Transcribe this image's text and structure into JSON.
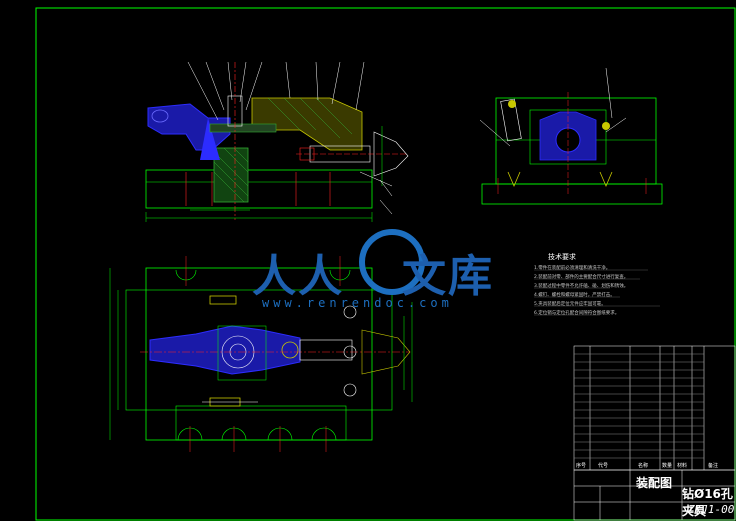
{
  "drawing": {
    "colors": {
      "background": "#000000",
      "border": "#00ff00",
      "outline": "#00ff00",
      "blue_part": "#2c2cff",
      "hatch": "#33aa33",
      "yellow_part": "#c8c800",
      "red_centerline": "#ff2020",
      "white_lines": "#ffffff",
      "magenta": "#ff00ff"
    }
  },
  "watermark": {
    "chars": [
      "人",
      "人",
      "文",
      "库"
    ],
    "url": "www.renrendoc.com"
  },
  "tech_requirements": {
    "title": "技术要求",
    "lines": [
      "1.零件在装配前必须清理和清洗干净。",
      "2.装配前对零、部件的主要配合尺寸进行复查。",
      "3.装配过程中零件不允许磕、碰、划伤和锈蚀。",
      "4.螺钉、螺栓和螺母紧固时，严禁打击。",
      "5.夹具装配后定位元件应牢固可靠。",
      "6.定位销与定位孔配合间隙符合图纸要求。"
    ]
  },
  "title_block": {
    "drawing_name": "装配图",
    "part_name": "钻Ø16孔夹具",
    "code": "ZKJ1-00",
    "labels": [
      "序号",
      "代号",
      "名称",
      "数量",
      "材料",
      "备注"
    ]
  }
}
